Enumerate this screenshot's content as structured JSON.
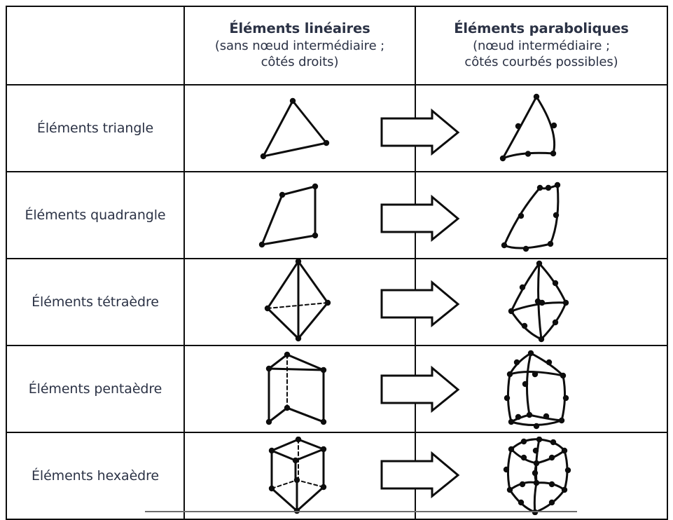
{
  "table": {
    "columns": [
      {
        "id": "element-type",
        "header": ""
      },
      {
        "id": "linear-elements",
        "title": "Éléments linéaires",
        "sub_line1": "(sans nœud intermédiaire ;",
        "sub_line2": "côtés droits)"
      },
      {
        "id": "parabolic-elements",
        "title": "Éléments paraboliques",
        "sub_line1": "(nœud intermédiaire ;",
        "sub_line2": "côtés courbés possibles)"
      }
    ],
    "rows": [
      {
        "id": "triangle",
        "label": "Éléments triangle",
        "linear_nodes": 3,
        "parabolic_nodes": 6,
        "arrow": "right-arrow-icon"
      },
      {
        "id": "quadrangle",
        "label": "Éléments quadrangle",
        "linear_nodes": 4,
        "parabolic_nodes": 8,
        "arrow": "right-arrow-icon"
      },
      {
        "id": "tetraedre",
        "label": "Éléments tétraèdre",
        "linear_nodes": 4,
        "parabolic_nodes": 10,
        "arrow": "right-arrow-icon"
      },
      {
        "id": "pentaedre",
        "label": "Éléments pentaèdre",
        "linear_nodes": 6,
        "parabolic_nodes": 15,
        "arrow": "right-arrow-icon"
      },
      {
        "id": "hexaedre",
        "label": "Éléments hexaèdre",
        "linear_nodes": 8,
        "parabolic_nodes": 20,
        "arrow": "right-arrow-icon"
      }
    ]
  },
  "colors": {
    "ink": "#0d0d0d",
    "text": "#2b3245",
    "background": "#ffffff",
    "rule": "#6d6d6d"
  }
}
